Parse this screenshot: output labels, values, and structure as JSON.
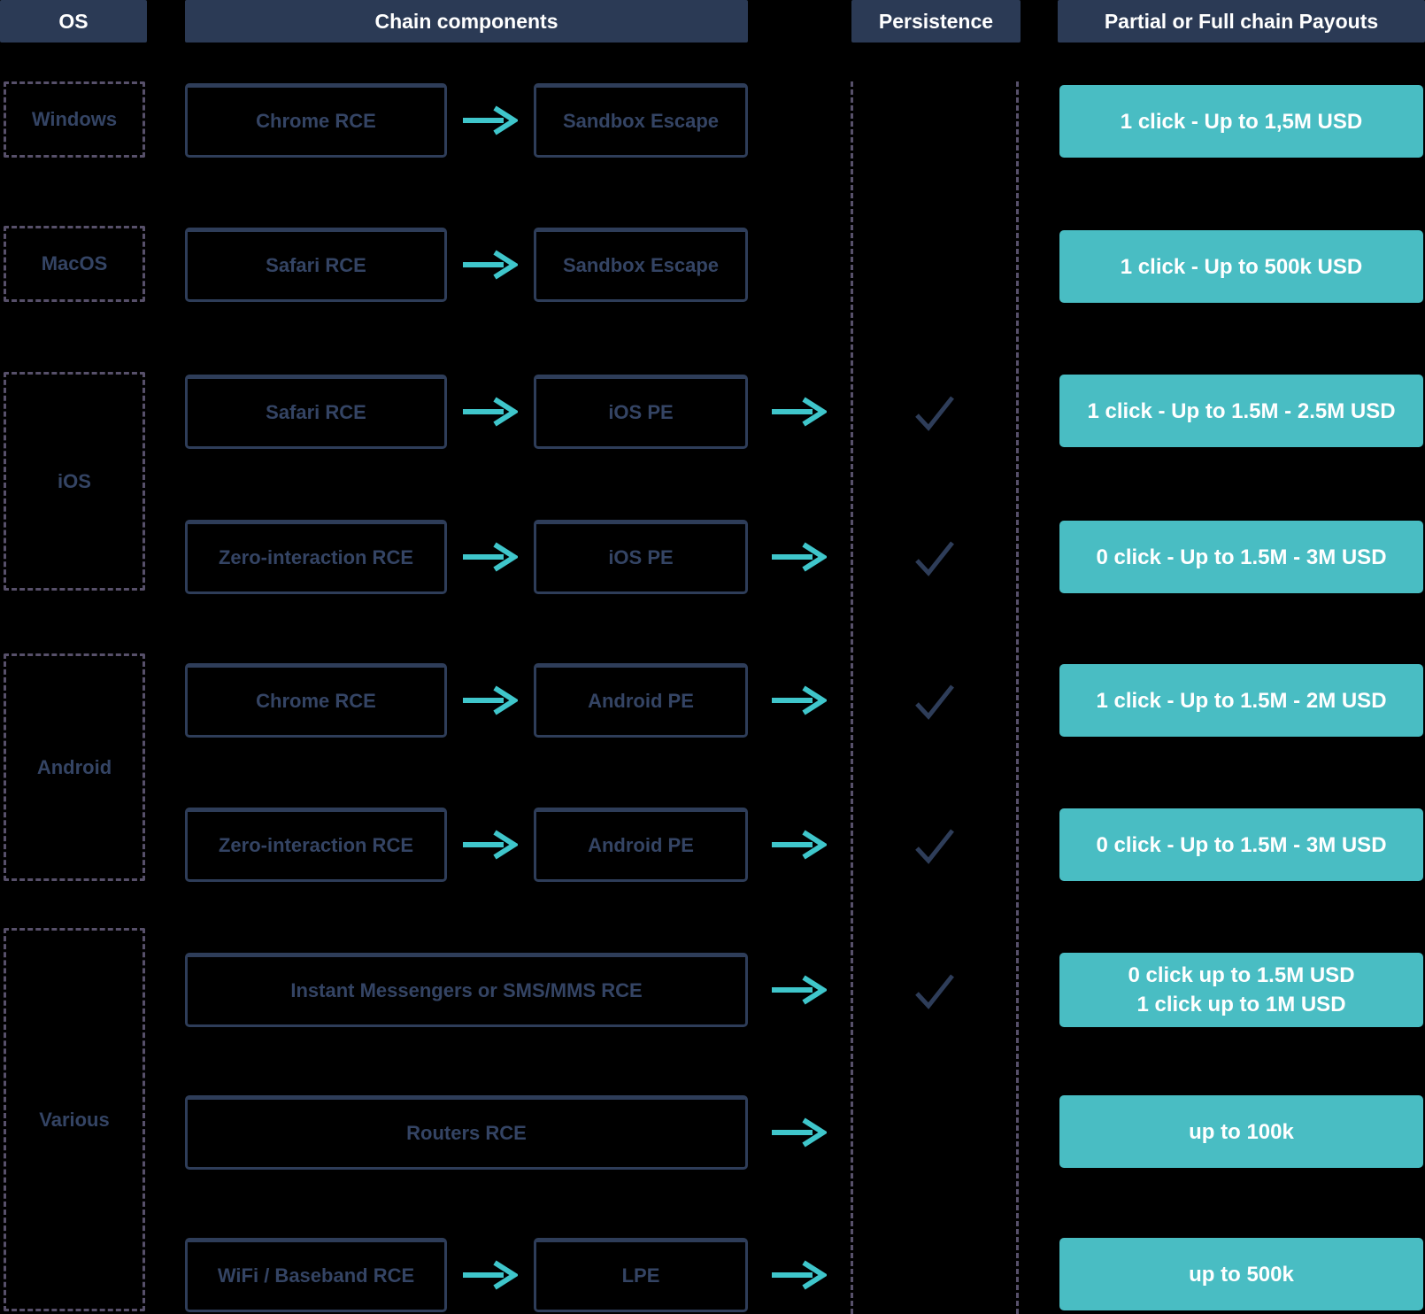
{
  "headers": {
    "os": "OS",
    "chain": "Chain components",
    "persistence": "Persistence",
    "payouts": "Partial or Full chain Payouts"
  },
  "os_groups": [
    {
      "label": "Windows"
    },
    {
      "label": "MacOS"
    },
    {
      "label": "iOS"
    },
    {
      "label": "Android"
    },
    {
      "label": "Various"
    }
  ],
  "rows": [
    {
      "components": [
        "Chrome RCE",
        "Sandbox Escape"
      ],
      "persistence": false,
      "payout": [
        "1 click - Up to 1,5M USD"
      ]
    },
    {
      "components": [
        "Safari RCE",
        "Sandbox Escape"
      ],
      "persistence": false,
      "payout": [
        "1 click - Up to 500k USD"
      ]
    },
    {
      "components": [
        "Safari RCE",
        "iOS PE"
      ],
      "persistence": true,
      "payout": [
        "1 click - Up to 1.5M - 2.5M USD"
      ]
    },
    {
      "components": [
        "Zero-interaction RCE",
        "iOS PE"
      ],
      "persistence": true,
      "payout": [
        "0 click - Up to 1.5M - 3M USD"
      ]
    },
    {
      "components": [
        "Chrome RCE",
        "Android PE"
      ],
      "persistence": true,
      "payout": [
        "1 click - Up to 1.5M - 2M USD"
      ]
    },
    {
      "components": [
        "Zero-interaction RCE",
        "Android PE"
      ],
      "persistence": true,
      "payout": [
        "0 click - Up to 1.5M - 3M USD"
      ]
    },
    {
      "components": [
        "Instant Messengers or SMS/MMS RCE"
      ],
      "persistence": true,
      "payout": [
        "0 click up to 1.5M USD",
        "1 click up to 1M USD"
      ]
    },
    {
      "components": [
        "Routers RCE"
      ],
      "persistence": false,
      "payout": [
        "up to 100k"
      ]
    },
    {
      "components": [
        "WiFi / Baseband RCE",
        "LPE"
      ],
      "persistence": false,
      "payout": [
        "up to 500k"
      ]
    }
  ],
  "icons": {
    "arrow": "chain-arrow-icon",
    "check": "persistence-checkmark-icon"
  },
  "colors": {
    "background": "#000000",
    "header_bg": "#2b3a55",
    "box_border": "#2e3d59",
    "box_text": "#344464",
    "dashed_line": "#57506a",
    "arrow_teal": "#3fc6cb",
    "payout_bg": "#49bdc3",
    "payout_text": "#ffffff"
  }
}
